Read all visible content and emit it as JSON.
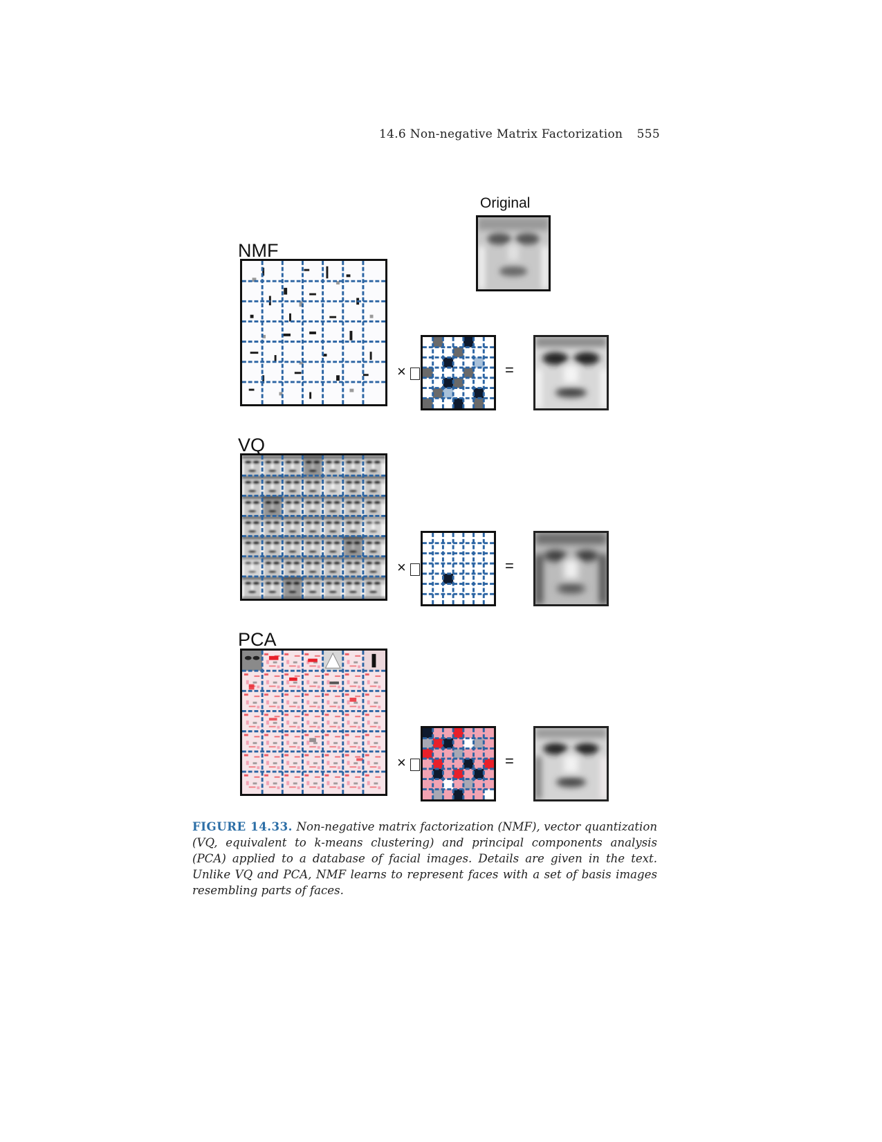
{
  "header": {
    "running_title": "14.6 Non-negative Matrix Factorization",
    "page_number": "555"
  },
  "figure": {
    "original_label": "Original",
    "operator_times": "×",
    "operator_equals": "=",
    "panels": [
      {
        "label": "NMF"
      },
      {
        "label": "VQ"
      },
      {
        "label": "PCA"
      }
    ],
    "colors": {
      "grid_blue": "#2b64a3",
      "caption_blue": "#2c6ea6",
      "positive_red": "#e8202a",
      "pink": "#f2a3b3"
    }
  },
  "caption": {
    "label": "FIGURE 14.33.",
    "text": "Non-negative matrix factorization (NMF), vector quantization (VQ, equivalent to k-means clustering) and principal components analysis (PCA) applied to a database of facial images. Details are given in the text. Unlike VQ and PCA, NMF learns to represent faces with a set of basis images resembling parts of faces."
  }
}
